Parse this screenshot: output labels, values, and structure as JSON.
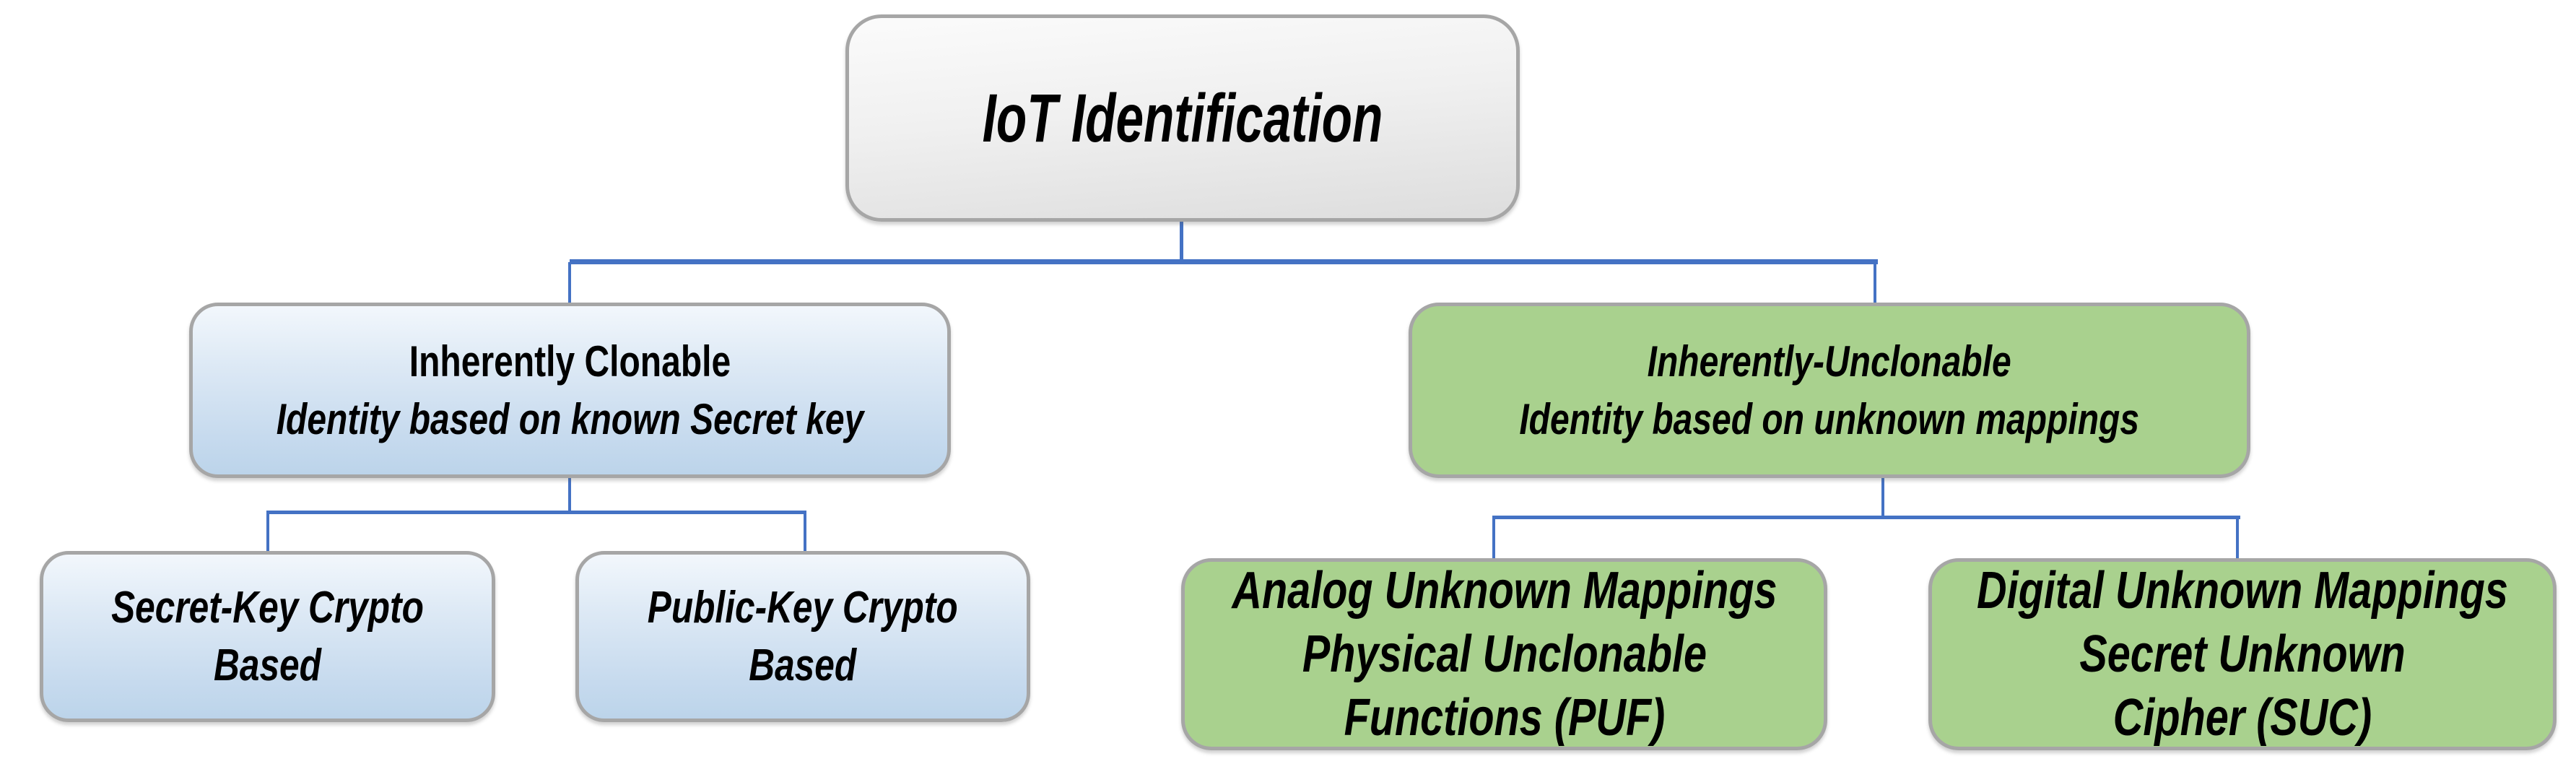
{
  "figure": {
    "type": "hierarchy-diagram",
    "title": "IoT Identification"
  },
  "colors": {
    "connector_blue": "#4472C4",
    "box_border_gray": "#A6A6A6",
    "root_fill_gray": "#EDEDED",
    "clonable_fill_blue_top": "#F2F7FC",
    "clonable_fill_blue_bottom": "#BCD4EA",
    "unclonable_fill_green": "#A9D18E",
    "text": "#000000"
  },
  "nodes": {
    "root": {
      "lines": [
        "IoT Identification"
      ]
    },
    "clonable": {
      "lines": [
        "Inherently Clonable",
        "Identity based on known Secret key"
      ]
    },
    "unclonable": {
      "lines": [
        "Inherently-Unclonable",
        "Identity based on unknown mappings"
      ]
    },
    "secret_key": {
      "lines": [
        "Secret-Key Crypto",
        "Based"
      ]
    },
    "public_key": {
      "lines": [
        "Public-Key Crypto",
        "Based"
      ]
    },
    "analog_puf": {
      "lines": [
        "Analog Unknown Mappings",
        "Physical Unclonable",
        "Functions (PUF)"
      ]
    },
    "digital_suc": {
      "lines": [
        "Digital Unknown Mappings",
        "Secret Unknown",
        "Cipher (SUC)"
      ]
    }
  },
  "edges": [
    {
      "from": "root",
      "to": "clonable"
    },
    {
      "from": "root",
      "to": "unclonable"
    },
    {
      "from": "clonable",
      "to": "secret_key"
    },
    {
      "from": "clonable",
      "to": "public_key"
    },
    {
      "from": "unclonable",
      "to": "analog_puf"
    },
    {
      "from": "unclonable",
      "to": "digital_suc"
    }
  ]
}
